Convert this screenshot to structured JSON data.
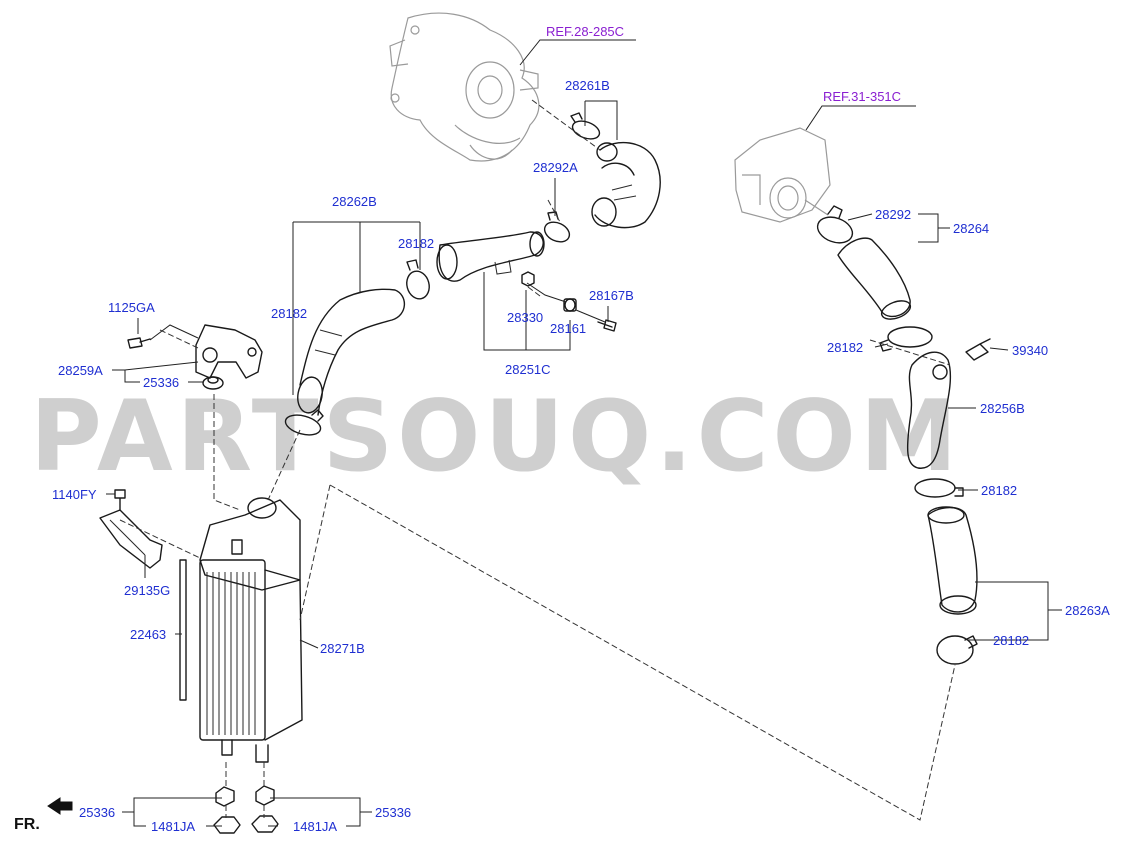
{
  "watermark": "PARTSOUQ.COM",
  "front_marker": "FR.",
  "refs": {
    "turbo": "REF.28-285C",
    "throttle": "REF.31-351C"
  },
  "labels": {
    "p28261B": "28261B",
    "p28292A": "28292A",
    "p28262B": "28262B",
    "p28182_a": "28182",
    "p28182_b": "28182",
    "p28182_c": "28182",
    "p28182_d": "28182",
    "p28182_e": "28182",
    "p28167B": "28167B",
    "p28330": "28330",
    "p28161": "28161",
    "p28251C": "28251C",
    "p28292": "28292",
    "p28264": "28264",
    "p39340": "39340",
    "p28256B": "28256B",
    "p28263A": "28263A",
    "p1125GA": "1125GA",
    "p28259A": "28259A",
    "p25336_a": "25336",
    "p1140FY": "1140FY",
    "p29135G": "29135G",
    "p22463": "22463",
    "p28271B": "28271B",
    "p25336_b": "25336",
    "p25336_c": "25336",
    "p1481JA_a": "1481JA",
    "p1481JA_b": "1481JA"
  }
}
